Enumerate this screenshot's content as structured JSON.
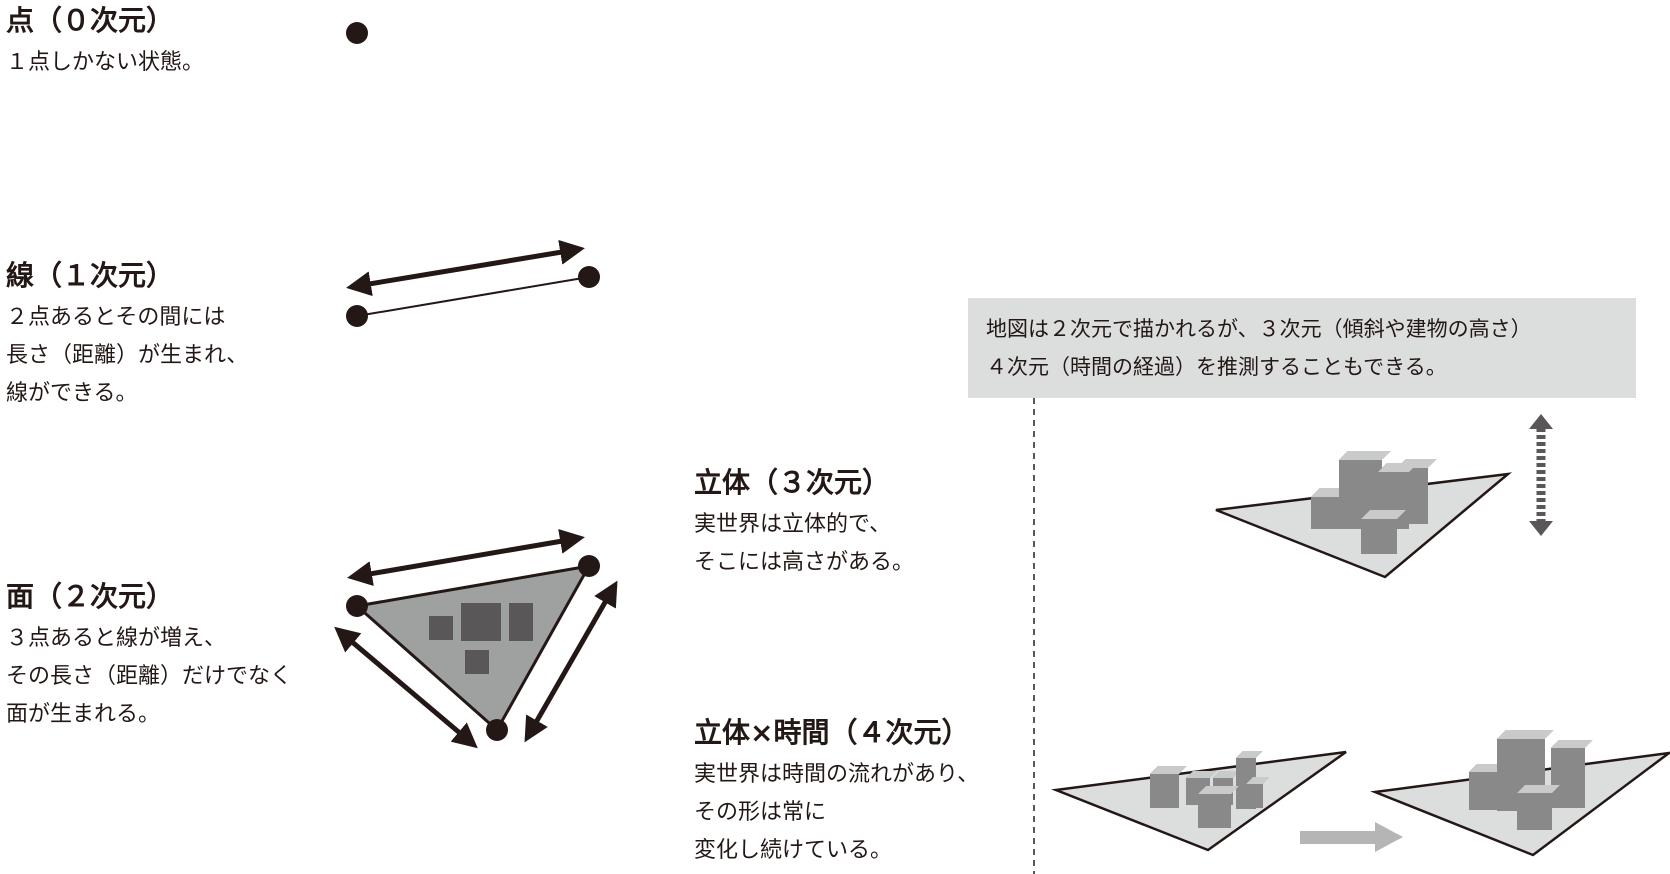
{
  "sections": {
    "point": {
      "title": "点（０次元）",
      "desc": [
        "１点しかない状態。"
      ]
    },
    "line": {
      "title": "線（１次元）",
      "desc": [
        "２点あるとその間には",
        "長さ（距離）が生まれ、",
        "線ができる。"
      ]
    },
    "plane": {
      "title": "面（２次元）",
      "desc": [
        "３点あると線が増え、",
        "その長さ（距離）だけでなく",
        "面が生まれる。"
      ]
    },
    "solid": {
      "title": "立体（３次元）",
      "desc": [
        "実世界は立体的で、",
        "そこには高さがある。"
      ]
    },
    "solid_time": {
      "title": "立体×時間（４次元）",
      "desc": [
        "実世界は時間の流れがあり、",
        "その形は常に",
        "変化し続けている。"
      ]
    }
  },
  "note": {
    "lines": [
      "地図は２次元で描かれるが、３次元（傾斜や建物の高さ）",
      "４次元（時間の経過）を推測することもできる。"
    ]
  },
  "colors": {
    "ink": "#231815",
    "plane_fill": "#9fa0a0",
    "map_fill": "#dcdddd",
    "note_bg": "#dcdddd",
    "block_dark": "#595757",
    "time_arrow": "#b5b5b6",
    "height_arrow": "#595757"
  }
}
